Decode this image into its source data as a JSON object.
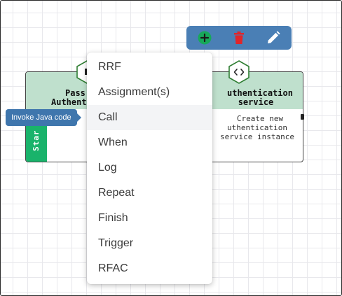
{
  "nodes": {
    "left": {
      "title_line1": "Pass",
      "title_line2": "Authent",
      "start_label": "Star"
    },
    "right": {
      "title_line1": "uthentication",
      "title_line2": "service",
      "desc_line1": "Create new",
      "desc_line2": "uthentication",
      "desc_line3": "service instance",
      "icon": "code-brackets-icon"
    }
  },
  "toolbar": {
    "buttons": [
      {
        "icon": "add-circle-icon",
        "color": "#17a85a"
      },
      {
        "icon": "trash-icon",
        "color": "#e0252a"
      },
      {
        "icon": "pencil-icon",
        "color": "#ffffff"
      }
    ]
  },
  "tooltip": {
    "text": "Invoke Java code"
  },
  "menu": {
    "items": [
      {
        "label": "RRF"
      },
      {
        "label": "Assignment(s)"
      },
      {
        "label": "Call",
        "hovered": true
      },
      {
        "label": "When"
      },
      {
        "label": "Log"
      },
      {
        "label": "Repeat"
      },
      {
        "label": "Finish"
      },
      {
        "label": "Trigger"
      },
      {
        "label": "RFAC"
      }
    ]
  },
  "colors": {
    "node_header": "#bfe0cd",
    "start_tag": "#19b36b",
    "toolbar_bg": "#4a7fb5",
    "tooltip_bg": "#3f76ad"
  }
}
